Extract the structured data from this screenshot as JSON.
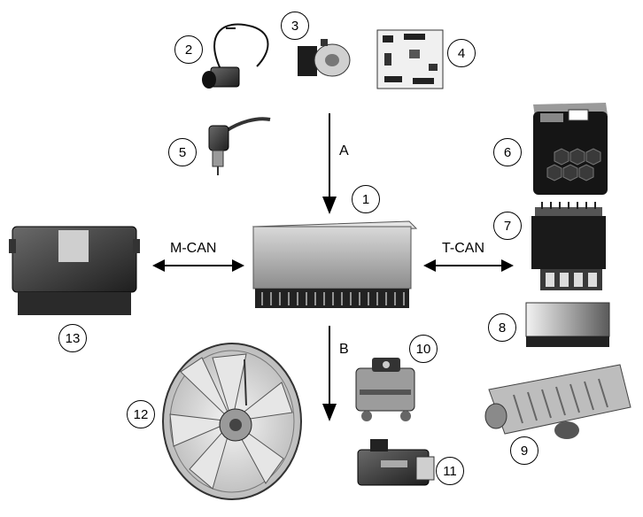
{
  "labels": {
    "arrow_a": "A",
    "arrow_b": "B",
    "m_can": "M-CAN",
    "t_can": "T-CAN"
  },
  "callouts": [
    "1",
    "2",
    "3",
    "4",
    "5",
    "6",
    "7",
    "8",
    "9",
    "10",
    "11",
    "12",
    "13"
  ],
  "colors": {
    "ink": "#000000",
    "dark": "#2a2a2a",
    "mid": "#7a7a7a",
    "light": "#cfcfcf"
  }
}
